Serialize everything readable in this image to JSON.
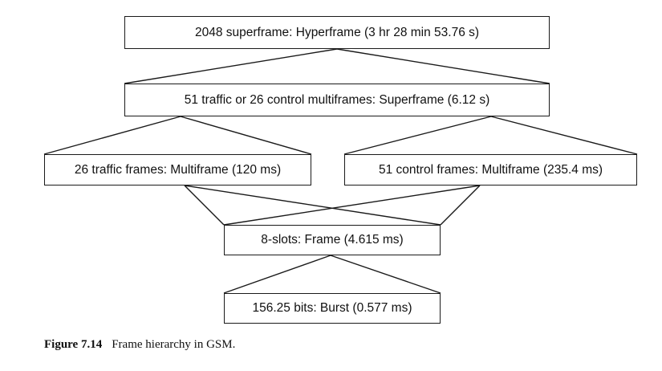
{
  "diagram": {
    "nodes": [
      {
        "id": "hyperframe",
        "label": "2048 superframe: Hyperframe (3 hr 28 min 53.76 s)"
      },
      {
        "id": "superframe",
        "label": "51 traffic or 26 control multiframes: Superframe (6.12 s)"
      },
      {
        "id": "traffic_multiframe",
        "label": "26 traffic frames: Multiframe (120 ms)"
      },
      {
        "id": "control_multiframe",
        "label": "51 control frames: Multiframe (235.4 ms)"
      },
      {
        "id": "frame",
        "label": "8-slots: Frame (4.615 ms)"
      },
      {
        "id": "burst",
        "label": "156.25 bits: Burst (0.577 ms)"
      }
    ],
    "edges": [
      {
        "from": "hyperframe",
        "to": "superframe"
      },
      {
        "from": "superframe",
        "to": "traffic_multiframe"
      },
      {
        "from": "superframe",
        "to": "control_multiframe"
      },
      {
        "from": "traffic_multiframe",
        "to": "frame"
      },
      {
        "from": "control_multiframe",
        "to": "frame"
      },
      {
        "from": "frame",
        "to": "burst"
      }
    ]
  },
  "caption": {
    "figure_label": "Figure 7.14",
    "text": "Frame hierarchy in GSM."
  }
}
